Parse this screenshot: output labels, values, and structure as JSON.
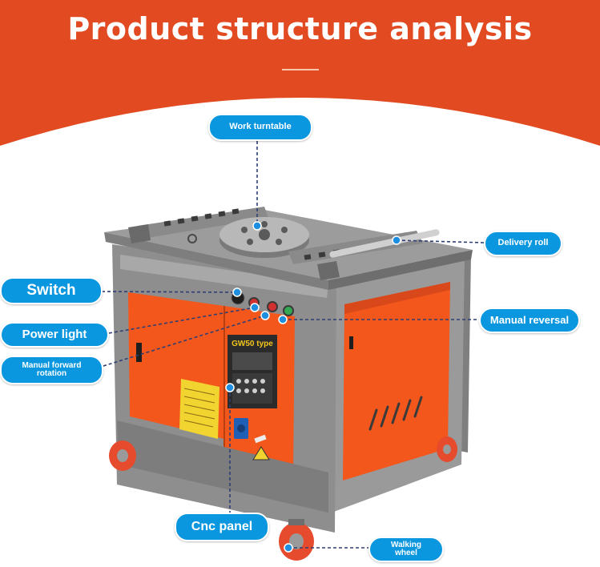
{
  "page": {
    "title": "Product structure analysis"
  },
  "colors": {
    "banner": "#e24b21",
    "label_bg": "#0b97e0",
    "machine_orange": "#f3571c",
    "machine_grey": "#8b8b8b"
  },
  "panel_text": {
    "model_plate": "GW50 type"
  },
  "labels": {
    "work_turntable": "Work turntable",
    "delivery_roll": "Delivery roll",
    "switch": "Switch",
    "power_light": "Power light",
    "manual_forward_rotation": "Manual forward rotation",
    "manual_reversal": "Manual reversal",
    "cnc_panel": "Cnc panel",
    "walking_wheel": "Walking wheel"
  }
}
